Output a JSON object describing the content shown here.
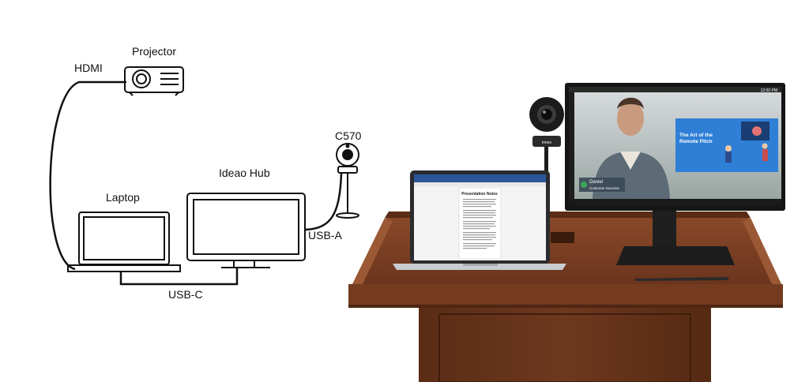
{
  "diagram": {
    "labels": {
      "projector": "Projector",
      "hdmi": "HDMI",
      "c570": "C570",
      "ideao_hub": "Ideao Hub",
      "laptop": "Laptop",
      "usb_a": "USB-A",
      "usb_c": "USB-C"
    }
  },
  "scene": {
    "laptop_doc_title": "Presentation Notes",
    "monitor": {
      "presenter_name": "Daniel",
      "presenter_subtitle": "Customer Success",
      "slide_title": "The Art of the Remote Pitch",
      "clock": "12:00 PM"
    },
    "webcam_brand": "innex"
  },
  "colors": {
    "wood": "#7a3f23",
    "wood_dark": "#4e2613",
    "slide_bg": "#2f7fd6",
    "line": "#111111"
  }
}
